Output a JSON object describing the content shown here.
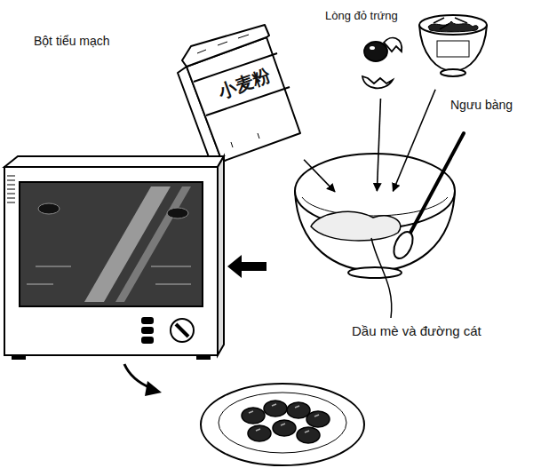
{
  "diagram": {
    "nodes": [
      {
        "text": [
          "Bột tiểu mạch",
          "小麦粉"
        ]
      },
      {
        "text": [
          "Lòng đỏ trứng"
        ]
      },
      {
        "text": [
          "Ngưu bàng"
        ]
      },
      {
        "text": [
          "Dầu mè và đường cát"
        ]
      }
    ],
    "edges": [
      {
        "from": 0,
        "to": 3,
        "arrow": "to"
      },
      {
        "from": 1,
        "to": 3,
        "arrow": "to"
      },
      {
        "from": 2,
        "to": 3,
        "arrow": "to"
      }
    ]
  }
}
